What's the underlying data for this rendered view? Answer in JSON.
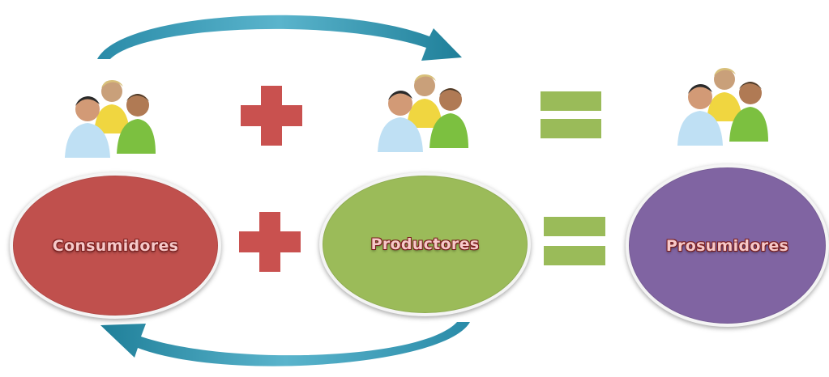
{
  "nodes": {
    "consumidores": {
      "label": "Consumidores",
      "color": "#c0504d"
    },
    "productores": {
      "label": "Productores",
      "color": "#9bbb59"
    },
    "prosumidores": {
      "label": "Prosumidores",
      "color": "#8064a2"
    }
  },
  "icons": [
    "users-group-icon",
    "plus-icon",
    "equals-icon",
    "curved-arrow-icon"
  ],
  "colors": {
    "plus": "#c9514f",
    "equals": "#9abb59",
    "arrow": "#1f7f99"
  }
}
